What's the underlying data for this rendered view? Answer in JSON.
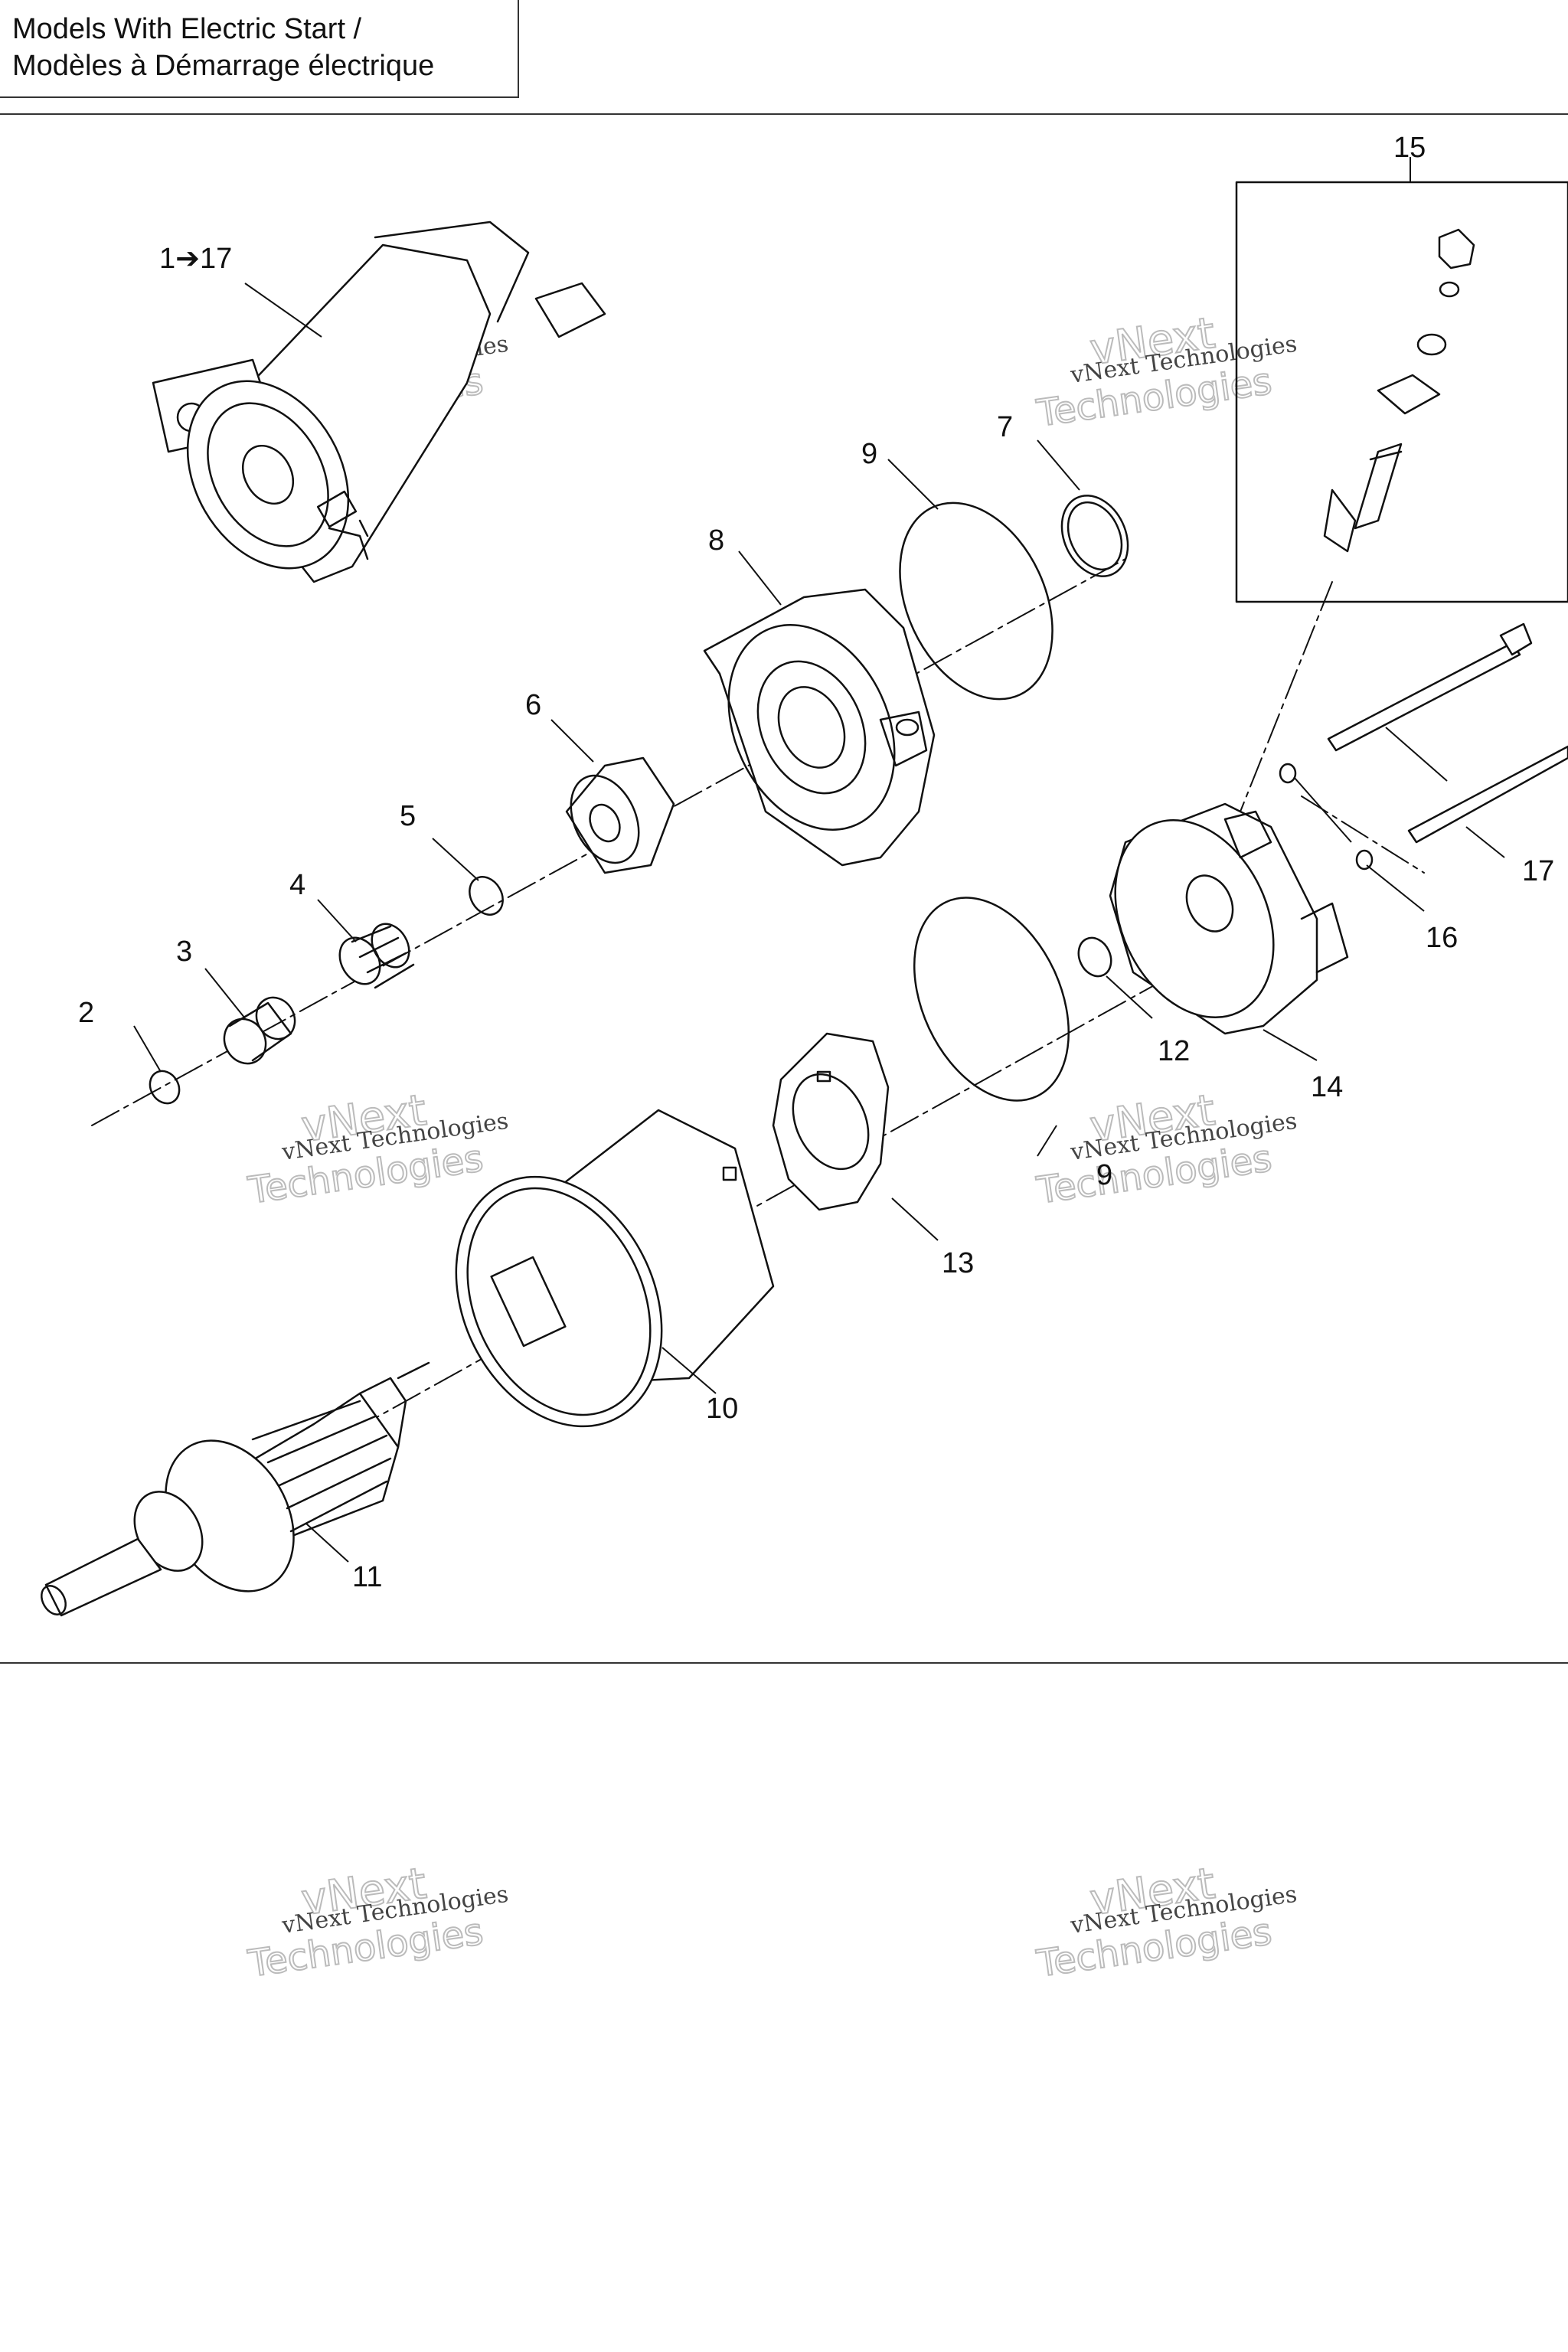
{
  "header": {
    "title_line1": "Models With Electric Start /",
    "title_line2": "Modèles à Démarrage électrique"
  },
  "callouts": {
    "assembly": "1➔17",
    "c2": "2",
    "c3": "3",
    "c4": "4",
    "c5": "5",
    "c6": "6",
    "c7": "7",
    "c8": "8",
    "c9a": "9",
    "c9b": "9",
    "c10": "10",
    "c11": "11",
    "c12": "12",
    "c13": "13",
    "c14": "14",
    "c15": "15",
    "c16": "16",
    "c17": "17"
  },
  "watermark": {
    "line1": "vNext Technologies",
    "line2": "vNext",
    "line3": "Technologies"
  }
}
